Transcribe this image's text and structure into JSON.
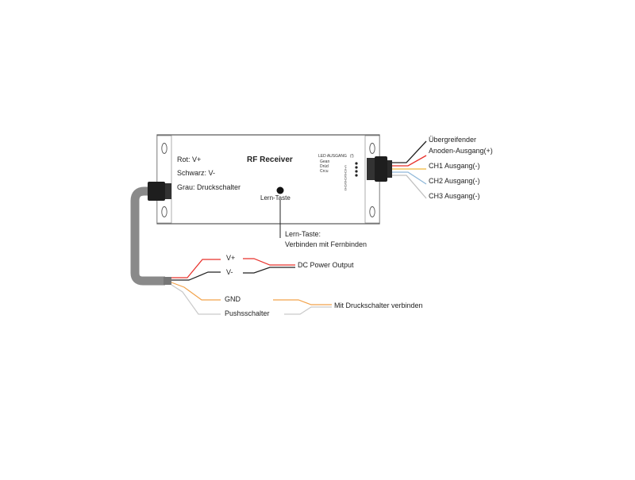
{
  "device": {
    "title": "RF Receiver",
    "wire_legend": [
      "Rot: V+",
      "Schwarz:  V-",
      "Grau: Druckschalter"
    ],
    "learn_button_label": "Lern-Taste",
    "led_header": "LED AUSGANG",
    "led_header_suffix": "(!)",
    "led_labels": [
      "Gean",
      "Drüd",
      "Crcu"
    ],
    "connector_side_text": "V+/CH1/CH2/CH3"
  },
  "right_connector": {
    "labels": [
      "Übergreifender",
      "Anoden-Ausgang(+)",
      "CH1 Ausgang(-)",
      "CH2 Ausgang(-)",
      "CH3 Ausgang(-)"
    ],
    "wire_colors": [
      "#222222",
      "#e8302a",
      "#f2b73a",
      "#8fb8d9",
      "#bfbfbf"
    ]
  },
  "learn_callout": {
    "line1": "Lern-Taste:",
    "line2": "Verbinden mit Fernbinden"
  },
  "cable_outputs": {
    "vplus": "V+",
    "vminus": "V-",
    "dc_output": "DC Power Output",
    "gnd": "GND",
    "push": "Pushsschalter",
    "push_connect": "Mit Druckschalter verbinden"
  },
  "colors": {
    "red": "#e8302a",
    "black": "#222222",
    "orange": "#f2a24a",
    "grey": "#c9c9c9",
    "cable": "#8a8a8a"
  }
}
